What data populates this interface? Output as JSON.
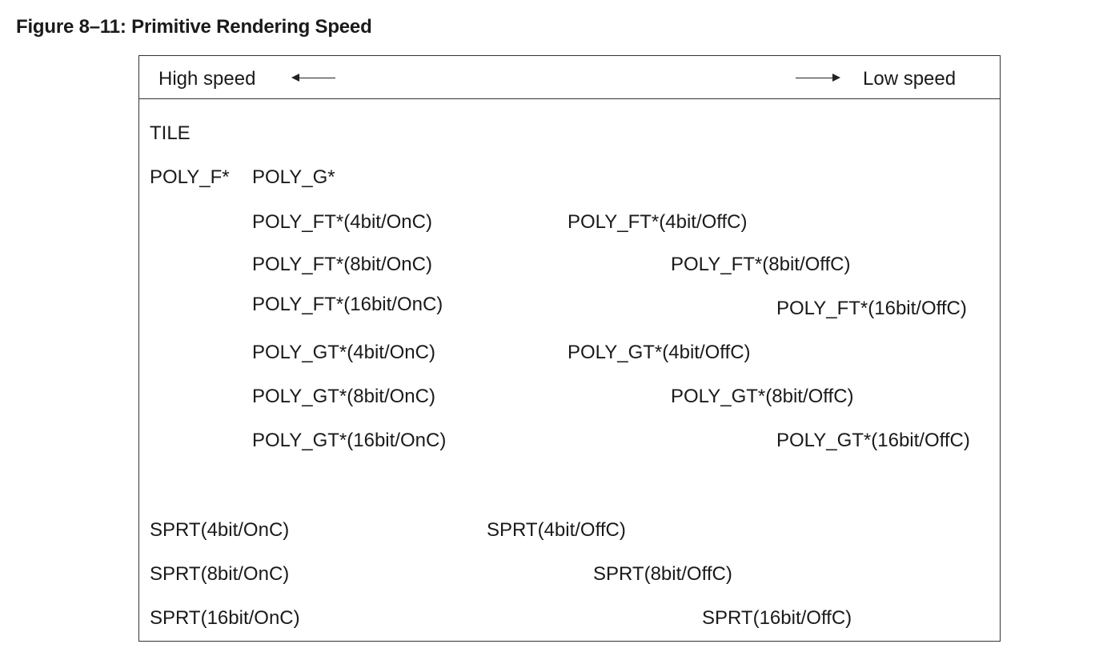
{
  "figure": {
    "title": "Figure 8–11: Primitive Rendering Speed"
  },
  "header": {
    "high_label": "High speed",
    "low_label": "Low speed"
  },
  "items": {
    "tile": "TILE",
    "poly_f": "POLY_F*",
    "poly_g": "POLY_G*",
    "poly_ft_4_onc": "POLY_FT*(4bit/OnC)",
    "poly_ft_4_offc": "POLY_FT*(4bit/OffC)",
    "poly_ft_8_onc": "POLY_FT*(8bit/OnC)",
    "poly_ft_8_offc": "POLY_FT*(8bit/OffC)",
    "poly_ft_16_onc": "POLY_FT*(16bit/OnC)",
    "poly_ft_16_offc": "POLY_FT*(16bit/OffC)",
    "poly_gt_4_onc": "POLY_GT*(4bit/OnC)",
    "poly_gt_4_offc": "POLY_GT*(4bit/OffC)",
    "poly_gt_8_onc": "POLY_GT*(8bit/OnC)",
    "poly_gt_8_offc": "POLY_GT*(8bit/OffC)",
    "poly_gt_16_onc": "POLY_GT*(16bit/OnC)",
    "poly_gt_16_offc": "POLY_GT*(16bit/OffC)",
    "sprt_4_onc": "SPRT(4bit/OnC)",
    "sprt_4_offc": "SPRT(4bit/OffC)",
    "sprt_8_onc": "SPRT(8bit/OnC)",
    "sprt_8_offc": "SPRT(8bit/OffC)",
    "sprt_16_onc": "SPRT(16bit/OnC)",
    "sprt_16_offc": "SPRT(16bit/OffC)"
  }
}
